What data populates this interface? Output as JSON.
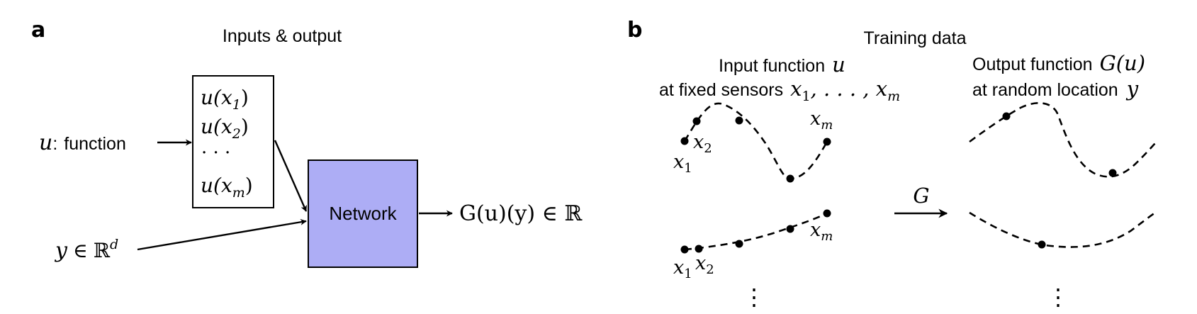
{
  "panel_a": {
    "label": "a",
    "title": "Inputs & output",
    "input_u": {
      "var": "u",
      "colon": ":",
      "word": "function"
    },
    "sensor_values": [
      "u(x",
      "1",
      ")",
      "u(x",
      "2",
      ")",
      "· · ·",
      "u(x",
      "m",
      ")"
    ],
    "input_y": {
      "var": "y",
      "in": "∈",
      "space": "ℝ",
      "dim": "d"
    },
    "network_label": "Network",
    "network_color": "#adadf5",
    "output": "G(u)(y) ∈ ℝ"
  },
  "panel_b": {
    "label": "b",
    "title": "Training data",
    "input_header": {
      "line1_text": "Input function",
      "line1_var": "u",
      "line2_text": "at fixed sensors",
      "line2_math_pre": "x",
      "line2_sub1": "1",
      "line2_mid": ", . . . , x",
      "line2_subm": "m"
    },
    "output_header": {
      "line1_text": "Output function",
      "line1_math": "G(u)",
      "line2_text": "at random location",
      "line2_var": "y"
    },
    "operator_label": "G",
    "point_labels": {
      "x": "x",
      "sub1": "1",
      "sub2": "2",
      "subm": "m"
    },
    "ellipsis": "⋮"
  }
}
